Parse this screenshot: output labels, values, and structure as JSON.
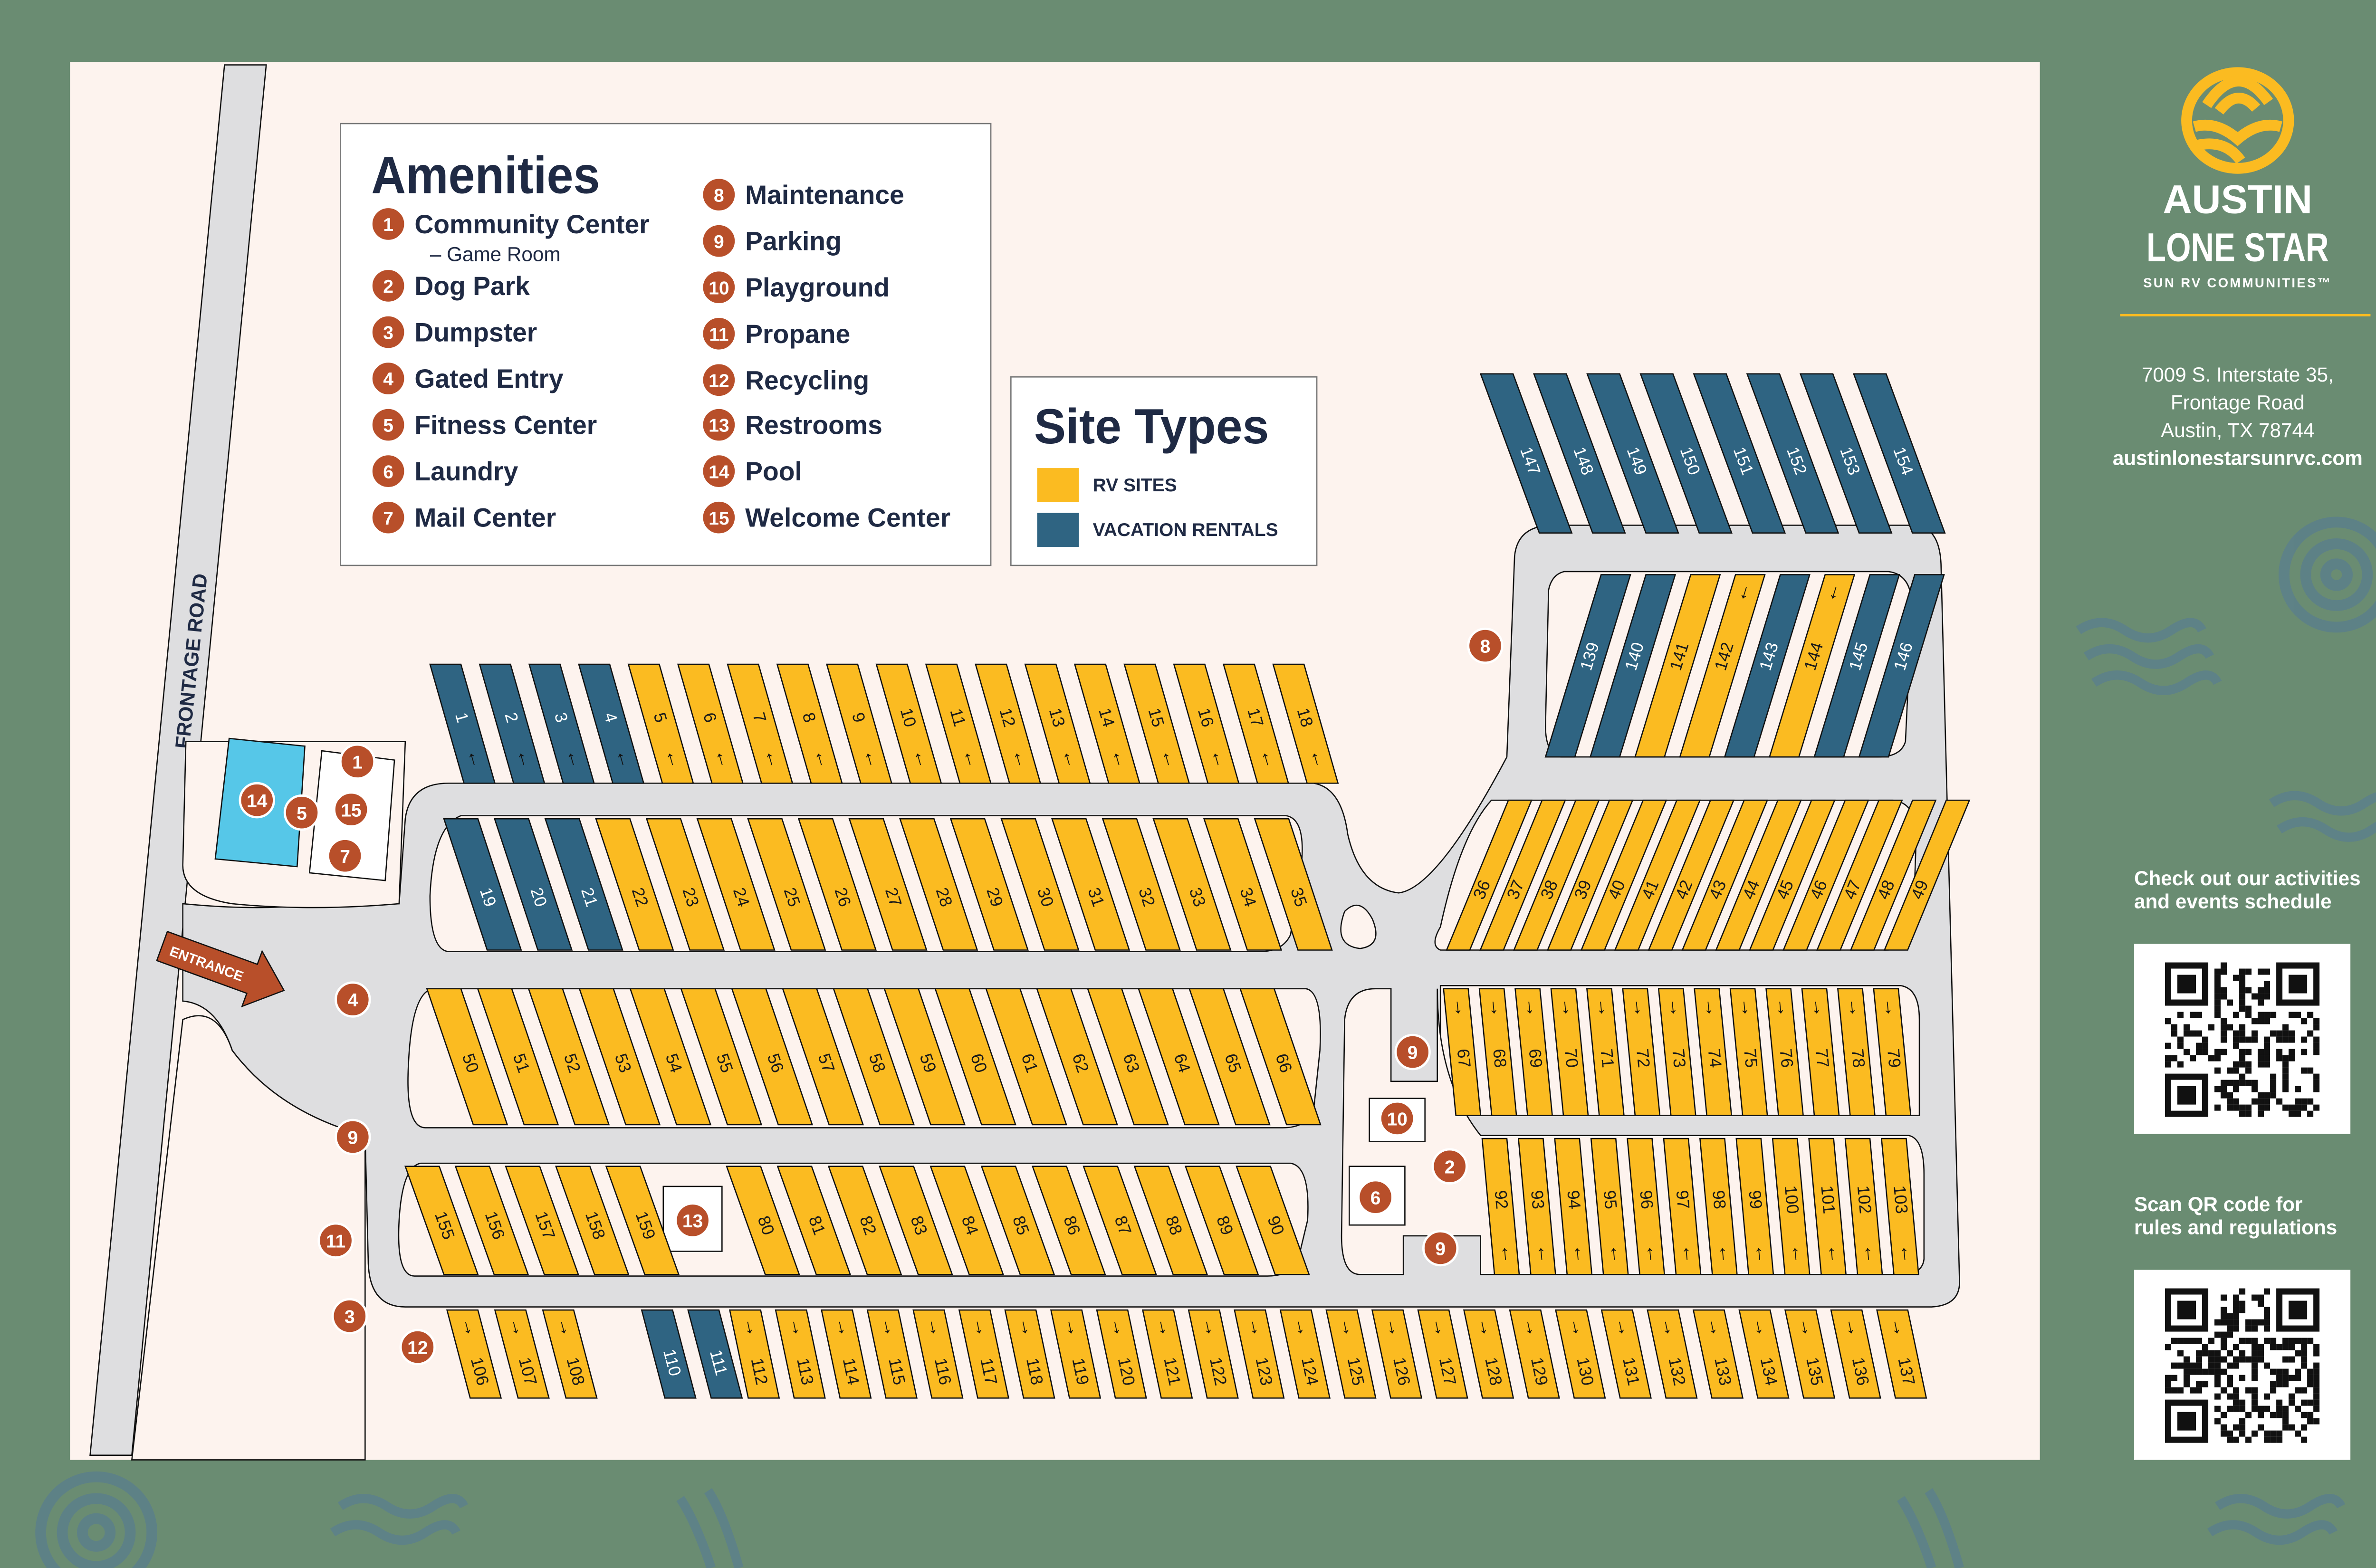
{
  "colors": {
    "background": "#6a8c72",
    "map": "#fdf3ee",
    "road": "#dedee0",
    "rv": "#fbbb21",
    "vacation": "#2f6482",
    "marker": "#b84f2a",
    "text": "#1f2a44",
    "pool": "#56c7e8"
  },
  "legend": {
    "title": "Amenities",
    "items": [
      {
        "n": "1",
        "label": "Community Center",
        "sub": "– Game Room"
      },
      {
        "n": "2",
        "label": "Dog Park"
      },
      {
        "n": "3",
        "label": "Dumpster"
      },
      {
        "n": "4",
        "label": "Gated Entry"
      },
      {
        "n": "5",
        "label": "Fitness Center"
      },
      {
        "n": "6",
        "label": "Laundry"
      },
      {
        "n": "7",
        "label": "Mail Center"
      },
      {
        "n": "8",
        "label": "Maintenance"
      },
      {
        "n": "9",
        "label": "Parking"
      },
      {
        "n": "10",
        "label": "Playground"
      },
      {
        "n": "11",
        "label": "Propane"
      },
      {
        "n": "12",
        "label": "Recycling"
      },
      {
        "n": "13",
        "label": "Restrooms"
      },
      {
        "n": "14",
        "label": "Pool"
      },
      {
        "n": "15",
        "label": "Welcome Center"
      }
    ]
  },
  "site_types": {
    "title": "Site Types",
    "rv_label": "RV SITES",
    "vacation_label": "VACATION RENTALS"
  },
  "roads": {
    "frontage": "FRONTAGE ROAD",
    "entrance": "ENTRANCE"
  },
  "site_rows": [
    {
      "id": "A",
      "sites": [
        1,
        2,
        3,
        4,
        5,
        6,
        7,
        8,
        9,
        10,
        11,
        12,
        13,
        14,
        15,
        16,
        17,
        18
      ],
      "vacation": [
        1,
        2,
        3,
        4
      ],
      "arrow": "up"
    },
    {
      "id": "B",
      "sites": [
        19,
        20,
        21,
        22,
        23,
        24,
        25,
        26,
        27,
        28,
        29,
        30,
        31,
        32,
        33,
        34,
        35
      ],
      "vacation": [
        19,
        20,
        21
      ],
      "arrow": ""
    },
    {
      "id": "C",
      "sites": [
        50,
        51,
        52,
        53,
        54,
        55,
        56,
        57,
        58,
        59,
        60,
        61,
        62,
        63,
        64,
        65,
        66
      ],
      "vacation": [],
      "arrow": ""
    },
    {
      "id": "D1",
      "sites": [
        155,
        156,
        157,
        158,
        159
      ],
      "vacation": [],
      "arrow": ""
    },
    {
      "id": "D2",
      "sites": [
        80,
        81,
        82,
        83,
        84,
        85,
        86,
        87,
        88,
        89,
        90
      ],
      "vacation": [],
      "arrow": ""
    },
    {
      "id": "E1",
      "sites": [
        106,
        107,
        108
      ],
      "vacation": [],
      "arrow": "down"
    },
    {
      "id": "E2",
      "sites": [
        110,
        111
      ],
      "vacation": [
        110,
        111
      ],
      "arrow": ""
    },
    {
      "id": "E3",
      "sites": [
        112,
        113,
        114,
        115,
        116,
        117,
        118,
        119,
        120,
        121,
        122,
        123,
        124,
        125,
        126,
        127,
        128,
        129,
        130,
        131,
        132,
        133,
        134,
        135,
        136,
        137
      ],
      "vacation": [],
      "arrow": "down"
    },
    {
      "id": "R1",
      "sites": [
        147,
        148,
        149,
        150,
        151,
        152,
        153,
        154
      ],
      "vacation": [
        147,
        148,
        149,
        150,
        151,
        152,
        153,
        154
      ],
      "arrow": ""
    },
    {
      "id": "R2",
      "sites": [
        139,
        140,
        141,
        142,
        143,
        144,
        145,
        146
      ],
      "vacation": [
        139,
        140,
        143,
        145,
        146
      ],
      "arrow": "down-some",
      "arrow_sites": [
        142,
        144
      ]
    },
    {
      "id": "R3",
      "sites": [
        36,
        37,
        38,
        39,
        40,
        41,
        42,
        43,
        44,
        45,
        46,
        47,
        48,
        49
      ],
      "vacation": [],
      "arrow": ""
    },
    {
      "id": "R4",
      "sites": [
        67,
        68,
        69,
        70,
        71,
        72,
        73,
        74,
        75,
        76,
        77,
        78,
        79
      ],
      "vacation": [],
      "arrow": "down"
    },
    {
      "id": "R5",
      "sites": [
        92,
        93,
        94,
        95,
        96,
        97,
        98,
        99,
        100,
        101,
        102,
        103
      ],
      "vacation": [],
      "arrow": "up"
    }
  ],
  "map_markers": [
    "1",
    "15",
    "7",
    "5",
    "14",
    "4",
    "9",
    "11",
    "3",
    "12",
    "8",
    "9",
    "10",
    "2",
    "6",
    "9",
    "13"
  ],
  "sidebar": {
    "brand_line1": "AUSTIN",
    "brand_line2": "LONE STAR",
    "brand_sub": "SUN RV COMMUNITIES™",
    "address1": "7009 S. Interstate 35,",
    "address2": "Frontage Road",
    "address3": "Austin, TX 78744",
    "website": "austinlonestarsunrvc.com",
    "qr1_caption1": "Check out our activities",
    "qr1_caption2": "and events schedule",
    "qr2_caption1": "Scan QR code for",
    "qr2_caption2": "rules and regulations"
  }
}
